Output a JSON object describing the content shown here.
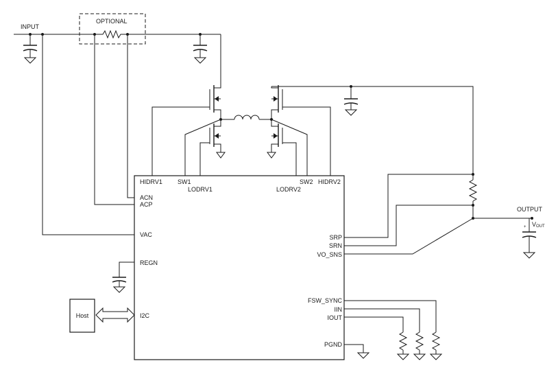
{
  "labels": {
    "input": "INPUT",
    "optional": "OPTIONAL",
    "output": "OUTPUT",
    "vout_plus": "+",
    "vout_v": "V",
    "vout_sub": "OUT",
    "host": "Host"
  },
  "ic": {
    "top_pins": {
      "hidrv1": "HIDRV1",
      "sw1": "SW1",
      "lodrv1": "LODRV1",
      "lodrv2": "LODRV2",
      "sw2": "SW2",
      "hidrv2": "HIDRV2"
    },
    "left_pins": {
      "acn": "ACN",
      "acp": "ACP",
      "vac": "VAC",
      "regn": "REGN",
      "i2c": "I2C"
    },
    "right_pins": {
      "srp": "SRP",
      "srn": "SRN",
      "vo_sns": "VO_SNS",
      "fsw_sync": "FSW_SYNC",
      "iin": "IIN",
      "iout": "IOUT",
      "pgnd": "PGND"
    }
  }
}
